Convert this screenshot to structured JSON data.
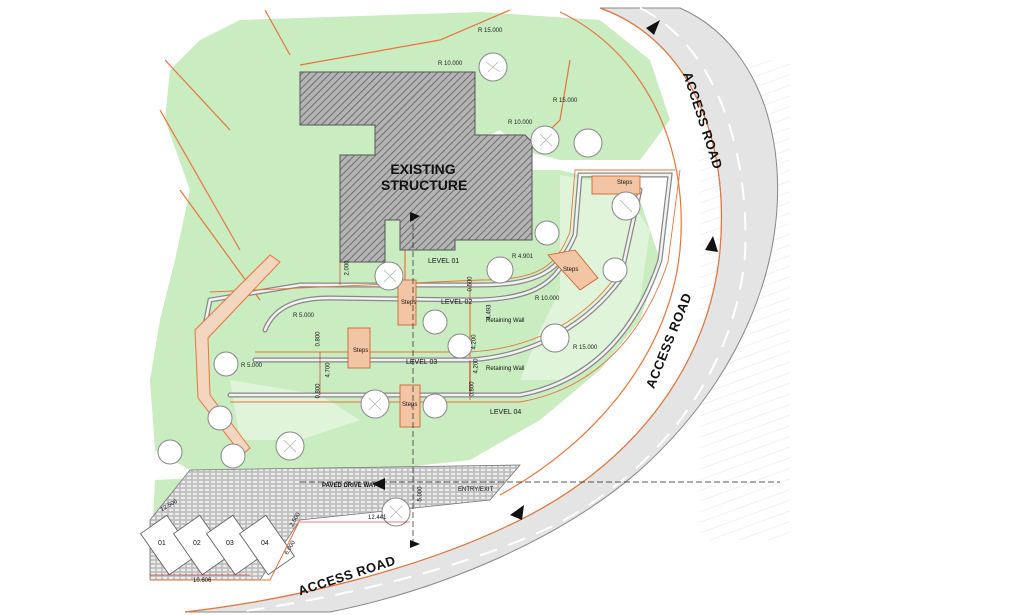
{
  "drawing": {
    "structure_label_1": "EXISTING",
    "structure_label_2": "STRUCTURE",
    "road_label_1": "ACCESS ROAD",
    "road_label_2": "ACCESS ROAD",
    "road_label_3": "ACCESS ROAD",
    "levels": [
      "LEVEL 01",
      "LEVEL 02",
      "LEVEL 03",
      "LEVEL 04"
    ],
    "steps": [
      "Steps",
      "Steps",
      "Steps",
      "Steps",
      "Steps"
    ],
    "retaining_walls": [
      "Retaining Wall",
      "Retaining Wall"
    ],
    "radii": [
      "R 15.000",
      "R 10.000",
      "R 15.000",
      "R 10.000",
      "R 4.901",
      "R 10.000",
      "R 15.000",
      "R 5.000",
      "R 5.000"
    ],
    "dimensions": [
      "2.000",
      "0.500",
      "4.493",
      "0.800",
      "4.200",
      "4.200",
      "0.800",
      "0.800",
      "4.700",
      "12.441",
      "12.506",
      "10.606",
      "5.000",
      "2.500",
      "6.000"
    ],
    "paved_drive": "PAVED DRIVE WAY",
    "entry_exit": "ENTRY/EXIT",
    "parking_bays": [
      "01",
      "02",
      "03",
      "04"
    ],
    "colors": {
      "grass": "#c8ebc0",
      "road": "#e6e6e6",
      "boundary": "#e8743b",
      "hatch": "#8c8c8c"
    }
  }
}
